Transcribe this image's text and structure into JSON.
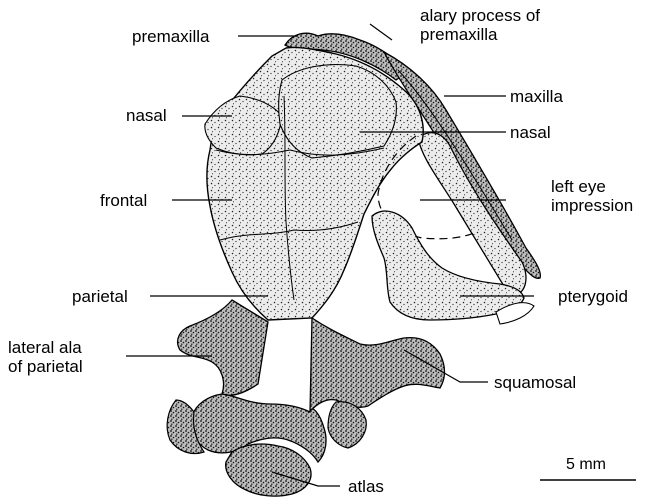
{
  "figure": {
    "colors": {
      "bone_fill": "#e9e9e9",
      "ink": "#000000",
      "background": "#ffffff"
    },
    "labels": {
      "premaxilla": "premaxilla",
      "alary_process": "alary process of\npremaxilla",
      "maxilla": "maxilla",
      "nasal_left": "nasal",
      "nasal_right": "nasal",
      "frontal": "frontal",
      "left_eye_impression": "left eye\nimpression",
      "parietal": "parietal",
      "pterygoid": "pterygoid",
      "lateral_ala_of_parietal": "lateral ala\nof parietal",
      "squamosal": "squamosal",
      "atlas": "atlas"
    },
    "scale_bar": {
      "label": "5 mm",
      "length_mm": 5
    }
  }
}
